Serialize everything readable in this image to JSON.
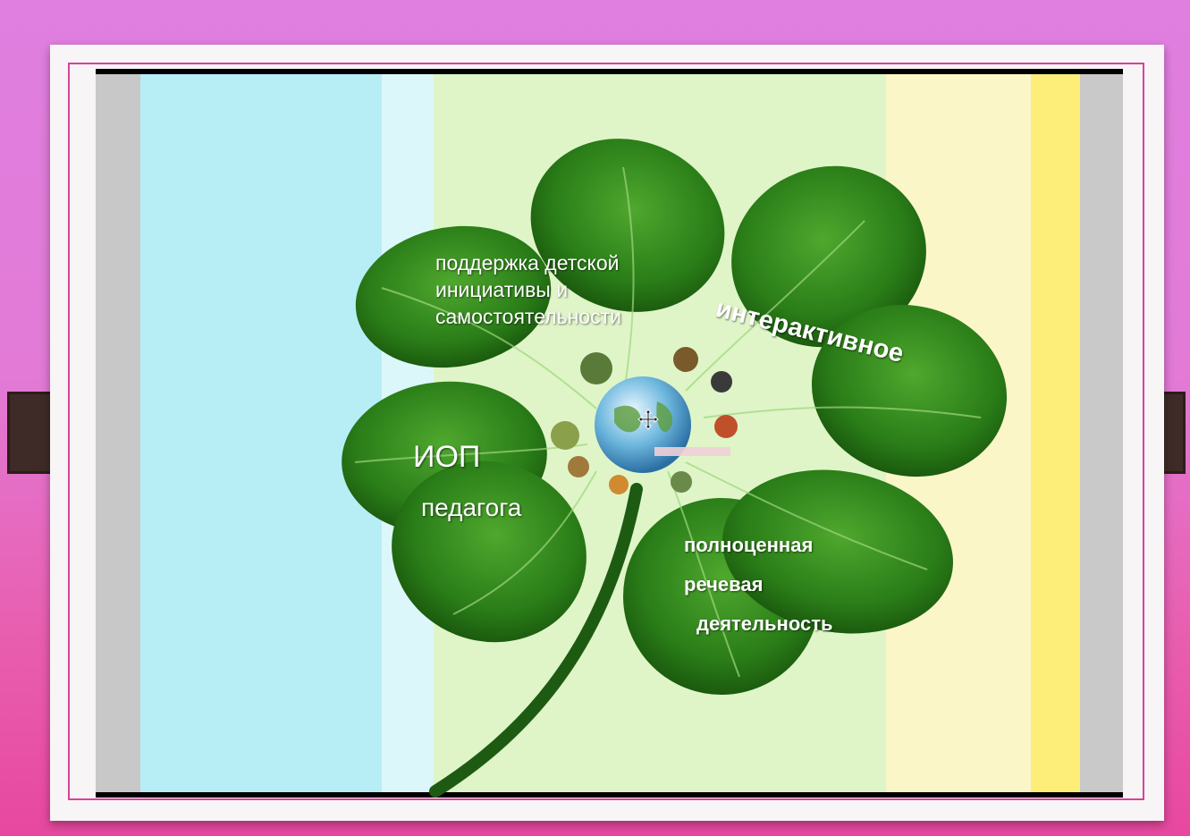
{
  "slide": {
    "leaf_top_left": [
      "поддержка детской",
      "инициативы и",
      "самостоятельности"
    ],
    "leaf_top_right": "интерактивное",
    "leaf_left_1": "ИОП",
    "leaf_left_2": "педагога",
    "leaf_bottom_right": [
      "полноценная",
      "речевая",
      "деятельность"
    ]
  },
  "icons": {
    "move_cursor": "move-cursor-icon",
    "globe": "globe-icon"
  },
  "colors": {
    "background_top": "#e07fe0",
    "background_bottom": "#e7489f",
    "leaf_dark": "#1f6b12",
    "leaf_light": "#4fa82e",
    "frame_border": "#d9429a"
  }
}
